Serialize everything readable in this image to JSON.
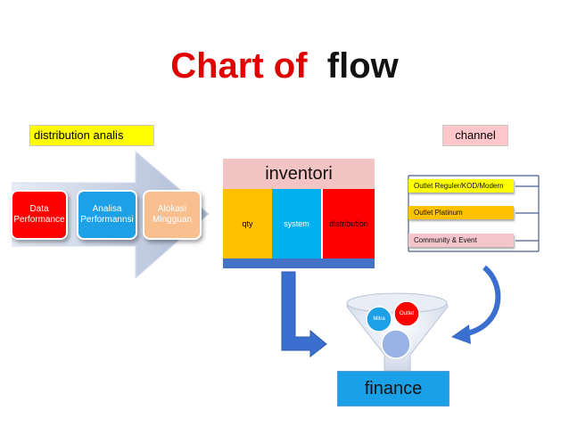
{
  "title": {
    "part1": "Chart of",
    "part2": "flow"
  },
  "tags": {
    "distribution": "distribution analis",
    "channel": "channel"
  },
  "process": [
    {
      "label": "Data Performance",
      "color": "#ff0000"
    },
    {
      "label": "Analisa Performannsi",
      "color": "#1ea0e6"
    },
    {
      "label": "Alokasi Mingguan",
      "color": "#f9bf8f"
    }
  ],
  "inventory": {
    "title": "inventori",
    "cells": [
      {
        "label": "qty",
        "color": "#ffc000"
      },
      {
        "label": "system",
        "color": "#00b0f0"
      },
      {
        "label": "distribution",
        "color": "#ff0000"
      }
    ]
  },
  "channels": [
    {
      "label": "Outlet Reguler/KOD/Modern",
      "color": "#ffff00"
    },
    {
      "label": "Outlet Platinum",
      "color": "#ffc000"
    },
    {
      "label": "Community & Event",
      "color": "#f4c6cc"
    }
  ],
  "funnel": {
    "circle_mitra": "Mitra",
    "circle_outlet": "Outlet"
  },
  "finance": "finance"
}
